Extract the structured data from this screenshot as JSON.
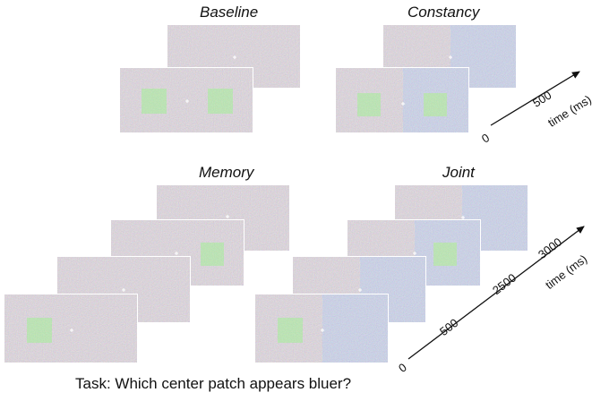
{
  "panels": {
    "baseline": {
      "title": "Baseline"
    },
    "constancy": {
      "title": "Constancy",
      "ticks": [
        "0",
        "500"
      ],
      "axis_label": "time (ms)"
    },
    "memory": {
      "title": "Memory"
    },
    "joint": {
      "title": "Joint",
      "ticks": [
        "0",
        "500",
        "2500",
        "3000"
      ],
      "axis_label": "time (ms)"
    }
  },
  "caption": "Task: Which center patch appears bluer?",
  "colors": {
    "gray_noise": "#a9a3a7",
    "blue_noise": "#8f9bc0",
    "patch_green": "#7cbd6a",
    "fixation": "#ffffff",
    "frame_border": "#ffffff"
  }
}
